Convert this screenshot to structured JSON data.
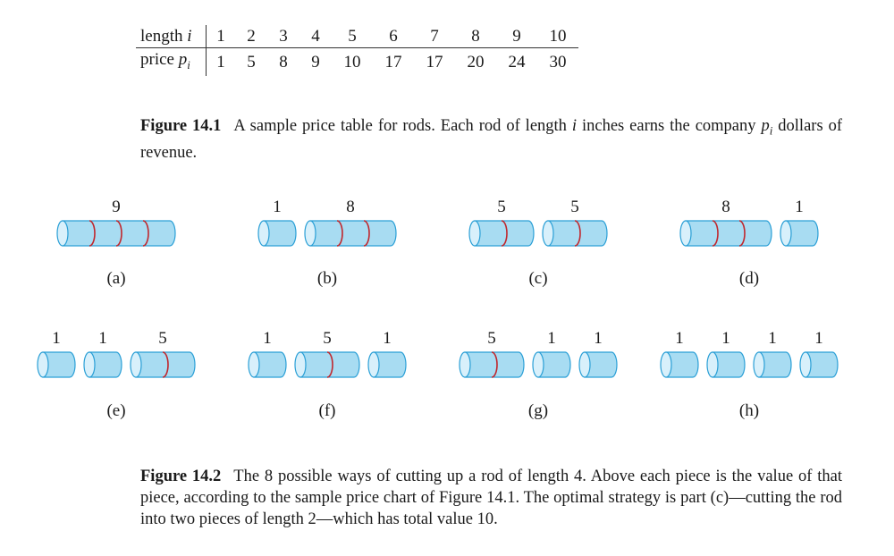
{
  "table": {
    "length_label": "length",
    "length_var": "i",
    "price_label": "price",
    "price_var": "p",
    "price_sub": "i",
    "lengths": [
      "1",
      "2",
      "3",
      "4",
      "5",
      "6",
      "7",
      "8",
      "9",
      "10"
    ],
    "prices": [
      "1",
      "5",
      "8",
      "9",
      "10",
      "17",
      "17",
      "20",
      "24",
      "30"
    ]
  },
  "figure1": {
    "label": "Figure 14.1",
    "text_before": "A sample price table for rods.  Each rod of length ",
    "var_i": "i",
    "text_middle": " inches earns the company ",
    "var_p": "p",
    "var_p_sub": "i",
    "text_after": " dollars of revenue."
  },
  "figure2": {
    "label": "Figure 14.2",
    "text": "The 8 possible ways of cutting up a rod of length 4.  Above each piece is the value of that piece, according to the sample price chart of Figure 14.1. The optimal strategy is part (c)—cutting the rod into two pieces of length 2—which has total value 10."
  },
  "colors": {
    "rod_fill": "#a8dcf2",
    "rod_stroke": "#2a9fd6",
    "rod_end": "#d8f0fb",
    "cut_line": "#c0272d"
  },
  "cuttings": [
    {
      "label": "(a)",
      "pieces": [
        {
          "length": 4,
          "value": "9"
        }
      ]
    },
    {
      "label": "(b)",
      "pieces": [
        {
          "length": 1,
          "value": "1"
        },
        {
          "length": 3,
          "value": "8"
        }
      ]
    },
    {
      "label": "(c)",
      "pieces": [
        {
          "length": 2,
          "value": "5"
        },
        {
          "length": 2,
          "value": "5"
        }
      ]
    },
    {
      "label": "(d)",
      "pieces": [
        {
          "length": 3,
          "value": "8"
        },
        {
          "length": 1,
          "value": "1"
        }
      ]
    },
    {
      "label": "(e)",
      "pieces": [
        {
          "length": 1,
          "value": "1"
        },
        {
          "length": 1,
          "value": "1"
        },
        {
          "length": 2,
          "value": "5"
        }
      ]
    },
    {
      "label": "(f)",
      "pieces": [
        {
          "length": 1,
          "value": "1"
        },
        {
          "length": 2,
          "value": "5"
        },
        {
          "length": 1,
          "value": "1"
        }
      ]
    },
    {
      "label": "(g)",
      "pieces": [
        {
          "length": 2,
          "value": "5"
        },
        {
          "length": 1,
          "value": "1"
        },
        {
          "length": 1,
          "value": "1"
        }
      ]
    },
    {
      "label": "(h)",
      "pieces": [
        {
          "length": 1,
          "value": "1"
        },
        {
          "length": 1,
          "value": "1"
        },
        {
          "length": 1,
          "value": "1"
        },
        {
          "length": 1,
          "value": "1"
        }
      ]
    }
  ]
}
